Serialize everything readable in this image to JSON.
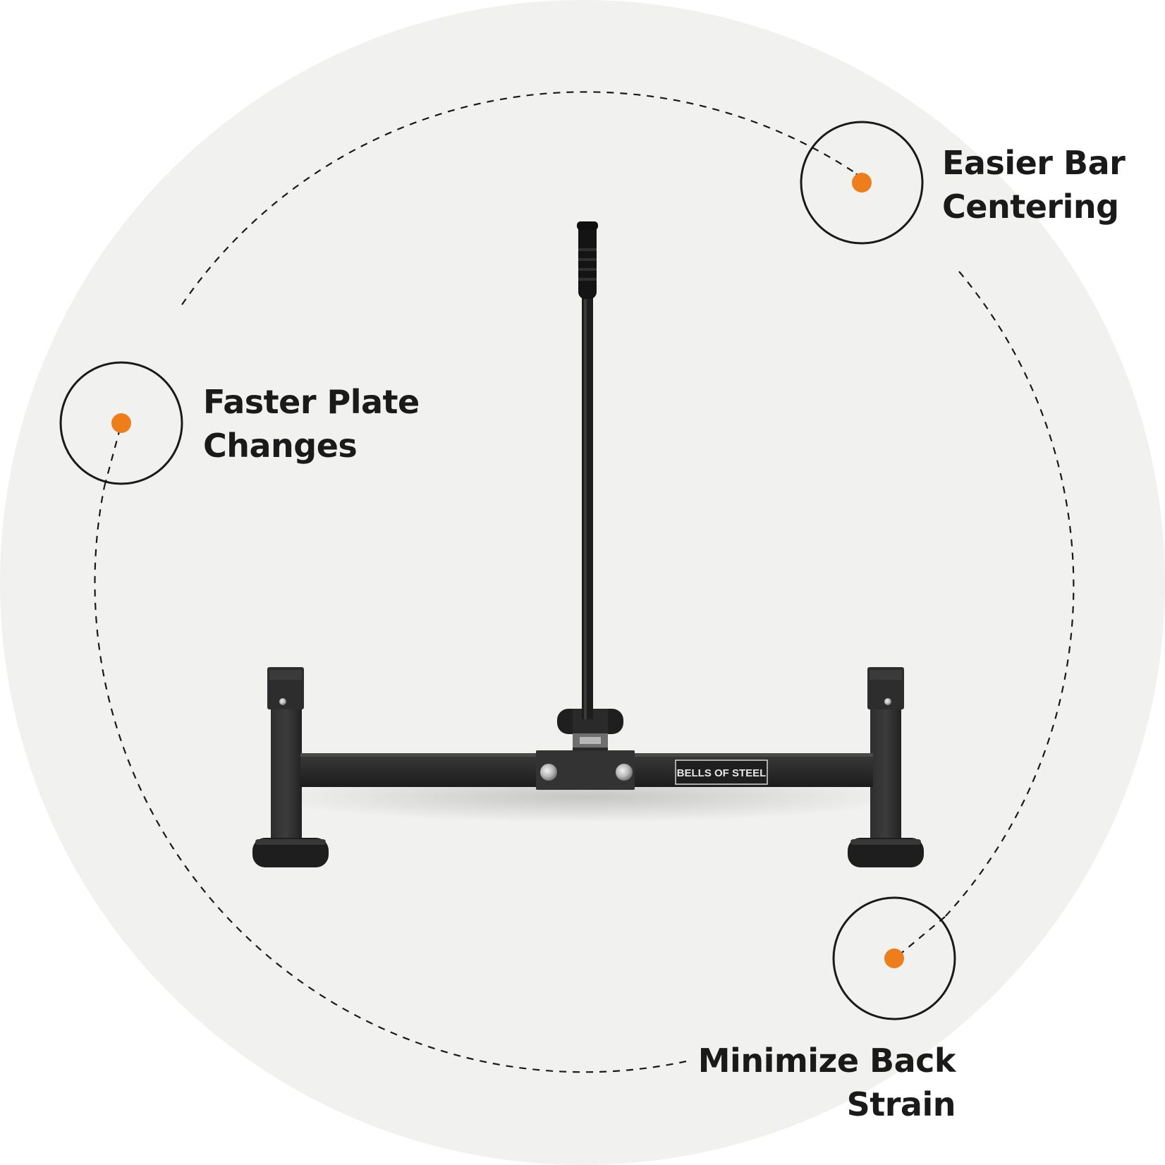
{
  "background": {
    "circle_color": "#f1f1f0",
    "page_color": "#ffffff"
  },
  "accent_color": "#ee7d1c",
  "features": [
    {
      "id": "easier",
      "line1": "Easier Bar",
      "line2": "Centering",
      "icon": "target-dot-icon"
    },
    {
      "id": "faster",
      "line1": "Faster Plate",
      "line2": "Changes",
      "icon": "target-dot-icon"
    },
    {
      "id": "minimize",
      "line1": "Minimize Back",
      "line2": "Strain",
      "icon": "target-dot-icon"
    }
  ],
  "product": {
    "brand_plate": "BELLS OF STEEL",
    "frame_color": "#2a2a2a"
  }
}
